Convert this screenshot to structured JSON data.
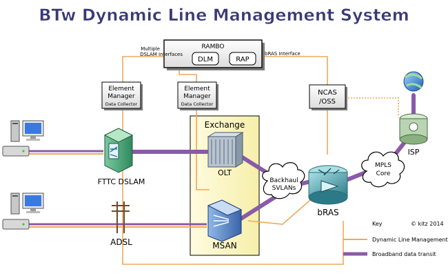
{
  "title": "BTw Dynamic Line Management System",
  "rambo": {
    "label": "RAMBO",
    "dlm": "DLM",
    "rap": "RAP"
  },
  "annotations": {
    "multiple_dslam_line1": "Multiple",
    "multiple_dslam_line2": "DSLAM Interfaces",
    "bras_interface": "bRAS Interface"
  },
  "element_manager_1": {
    "line1": "Element",
    "line2": "Manager",
    "line3": "Data Collector"
  },
  "element_manager_2": {
    "line1": "Element",
    "line2": "Manager",
    "line3": "Data Collector"
  },
  "ncas": {
    "line1": "NCAS",
    "line2": "/OSS"
  },
  "exchange": {
    "label": "Exchange"
  },
  "nodes": {
    "fttc": "FTTC DSLAM",
    "olt": "OLT",
    "adsl": "ADSL",
    "msan": "MSAN",
    "bras": "bRAS",
    "isp": "ISP"
  },
  "clouds": {
    "backhaul_line1": "Backhaul",
    "backhaul_line2": "SVLANs",
    "mpls_line1": "MPLS",
    "mpls_line2": "Core"
  },
  "key": {
    "title": "Key",
    "copyright": "© kitz 2014",
    "dlm_label": "Dynamic Line Management",
    "broadband_label": "Broadband data transit"
  },
  "colors": {
    "dlm_line": "#f0a858",
    "broadband_line": "#8a5aa8",
    "title_color": "#3a3a78",
    "exchange_fill": "#fdf8c8"
  }
}
